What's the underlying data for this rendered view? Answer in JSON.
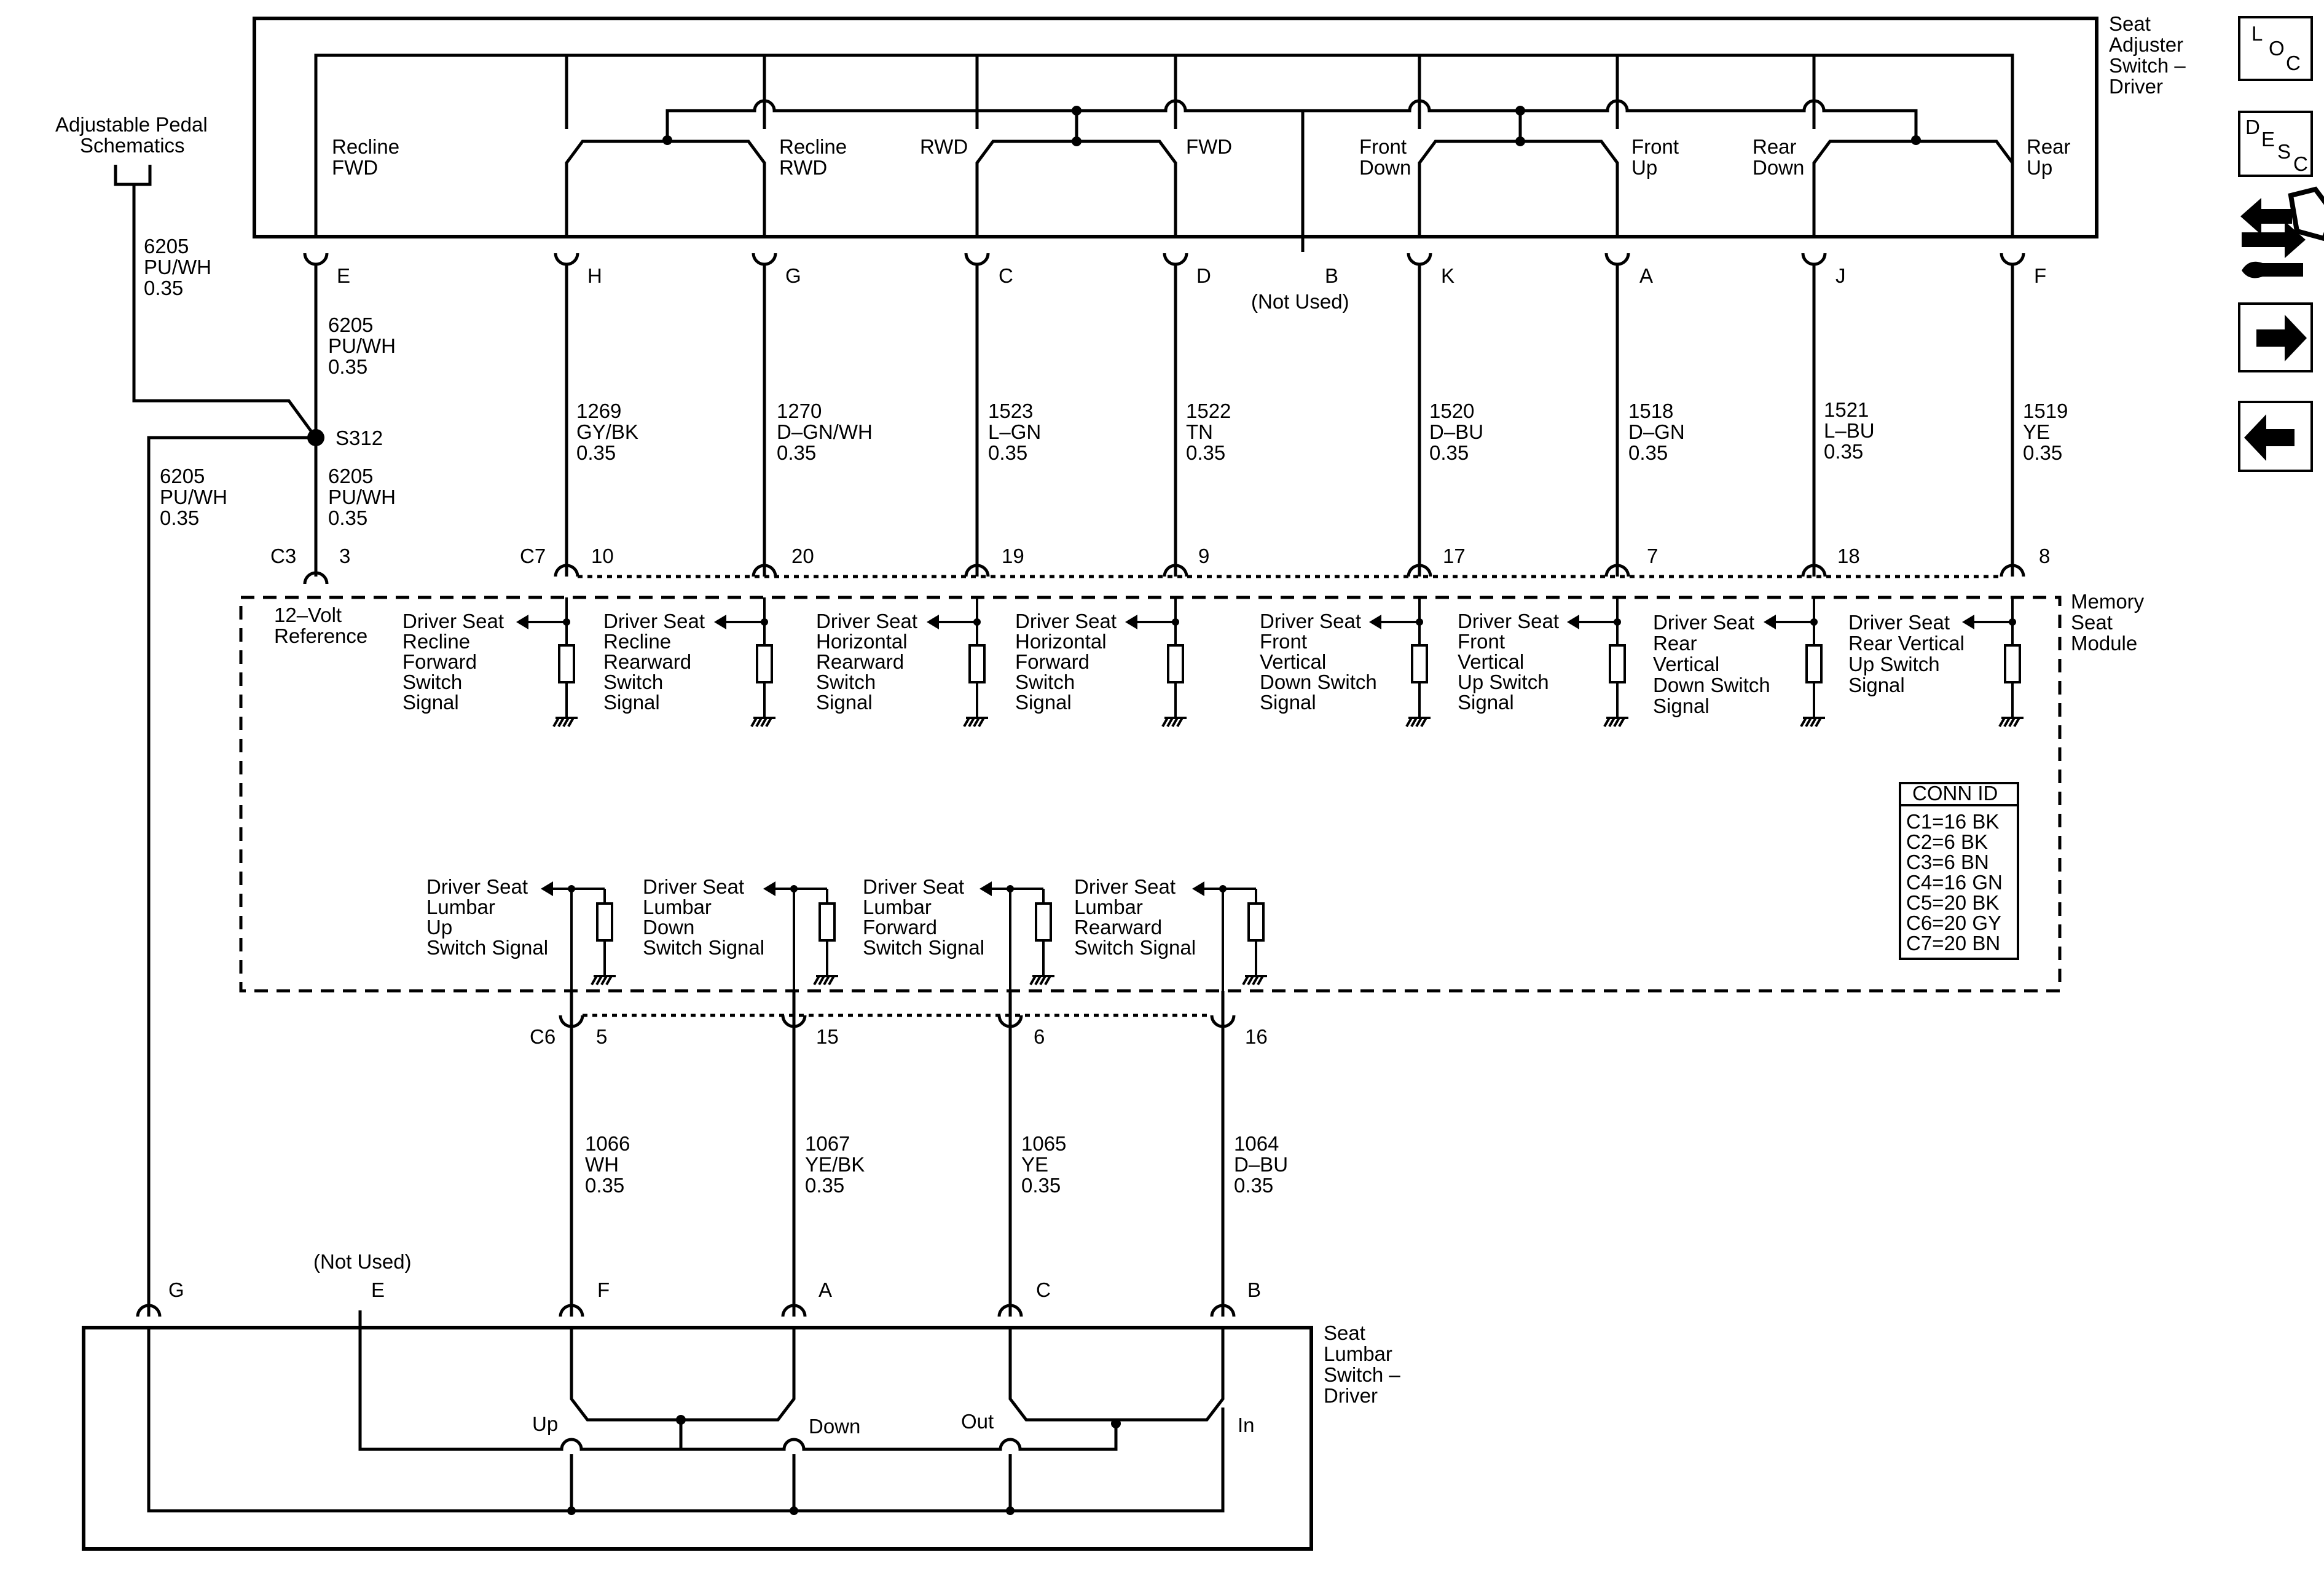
{
  "labels": {
    "adjuster_switch": [
      "Seat",
      "Adjuster",
      "Switch –",
      "Driver"
    ],
    "memory_module": [
      "Memory",
      "Seat",
      "Module"
    ],
    "lumbar_switch": [
      "Seat",
      "Lumbar",
      "Switch –",
      "Driver"
    ],
    "pedal_ref": [
      "Adjustable Pedal",
      "Schematics"
    ],
    "splice": "S312",
    "not_used_b": "(Not Used)",
    "not_used_e": "(Not Used)",
    "reference": [
      "12–Volt",
      "Reference"
    ]
  },
  "switch_positions": {
    "recline_fwd": [
      "Recline",
      "FWD"
    ],
    "recline_rwd": [
      "Recline",
      "RWD"
    ],
    "rwd": "RWD",
    "fwd": "FWD",
    "front_down": [
      "Front",
      "Down"
    ],
    "front_up": [
      "Front",
      "Up"
    ],
    "rear_down": [
      "Rear",
      "Down"
    ],
    "rear_up": [
      "Rear",
      "Up"
    ],
    "lumbar_up": "Up",
    "lumbar_down": "Down",
    "lumbar_out": "Out",
    "lumbar_in": "In"
  },
  "top_pins": [
    "E",
    "H",
    "G",
    "C",
    "D",
    "B",
    "K",
    "A",
    "J",
    "F"
  ],
  "connectors": {
    "c3": "C3",
    "c3_pin": "3",
    "c7": "C7",
    "c7_pins": [
      "10",
      "20",
      "19",
      "9",
      "17",
      "7",
      "18",
      "8"
    ],
    "c6": "C6",
    "c6_pins": [
      "5",
      "15",
      "6",
      "16"
    ]
  },
  "wires": {
    "pedal": [
      "6205",
      "PU/WH",
      "0.35"
    ],
    "e_upper": [
      "6205",
      "PU/WH",
      "0.35"
    ],
    "e_lower": [
      "6205",
      "PU/WH",
      "0.35"
    ],
    "g_wire": [
      "6205",
      "PU/WH",
      "0.35"
    ],
    "top": [
      [
        "1269",
        "GY/BK",
        "0.35"
      ],
      [
        "1270",
        "D–GN/WH",
        "0.35"
      ],
      [
        "1523",
        "L–GN",
        "0.35"
      ],
      [
        "1522",
        "TN",
        "0.35"
      ],
      [
        "1520",
        "D–BU",
        "0.35"
      ],
      [
        "1518",
        "D–GN",
        "0.35"
      ],
      [
        "1521",
        "L–BU",
        "0.35"
      ],
      [
        "1519",
        "YE",
        "0.35"
      ]
    ],
    "bottom": [
      [
        "1066",
        "WH",
        "0.35"
      ],
      [
        "1067",
        "YE/BK",
        "0.35"
      ],
      [
        "1065",
        "YE",
        "0.35"
      ],
      [
        "1064",
        "D–BU",
        "0.35"
      ]
    ]
  },
  "signals_top": [
    [
      "Driver Seat",
      "Recline",
      "Forward",
      "Switch",
      "Signal"
    ],
    [
      "Driver Seat",
      "Recline",
      "Rearward",
      "Switch",
      "Signal"
    ],
    [
      "Driver Seat",
      "Horizontal",
      "Rearward",
      "Switch",
      "Signal"
    ],
    [
      "Driver Seat",
      "Horizontal",
      "Forward",
      "Switch",
      "Signal"
    ],
    [
      "Driver Seat",
      "Front",
      "Vertical",
      "Down Switch",
      "Signal"
    ],
    [
      "Driver Seat",
      "Front",
      "Vertical",
      "Up Switch",
      "Signal"
    ],
    [
      "Driver Seat",
      "Rear",
      "Vertical",
      "Down Switch",
      "Signal"
    ],
    [
      "Driver Seat",
      "Rear Vertical",
      "Up Switch",
      "Signal"
    ]
  ],
  "signals_bottom": [
    [
      "Driver Seat",
      "Lumbar",
      "Up",
      "Switch Signal"
    ],
    [
      "Driver Seat",
      "Lumbar",
      "Down",
      "Switch Signal"
    ],
    [
      "Driver Seat",
      "Lumbar",
      "Forward",
      "Switch Signal"
    ],
    [
      "Driver Seat",
      "Lumbar",
      "Rearward",
      "Switch Signal"
    ]
  ],
  "bottom_pins": [
    "G",
    "E",
    "F",
    "A",
    "C",
    "B"
  ],
  "conn_id": {
    "title": "CONN ID",
    "rows": [
      "C1=16 BK",
      "C2=6 BK",
      "C3=6 BN",
      "C4=16 GN",
      "C5=20 BK",
      "C6=20 GY",
      "C7=20 BN"
    ]
  },
  "nav_buttons": [
    {
      "name": "loc-button",
      "letters": [
        "L",
        "O",
        "C"
      ]
    },
    {
      "name": "desc-button",
      "letters": [
        "D",
        "E",
        "S",
        "C"
      ]
    },
    {
      "name": "connector-tool-button",
      "icon": "connector-wrench-icon"
    },
    {
      "name": "next-button",
      "icon": "arrow-right-icon"
    },
    {
      "name": "previous-button",
      "icon": "arrow-left-icon"
    }
  ]
}
